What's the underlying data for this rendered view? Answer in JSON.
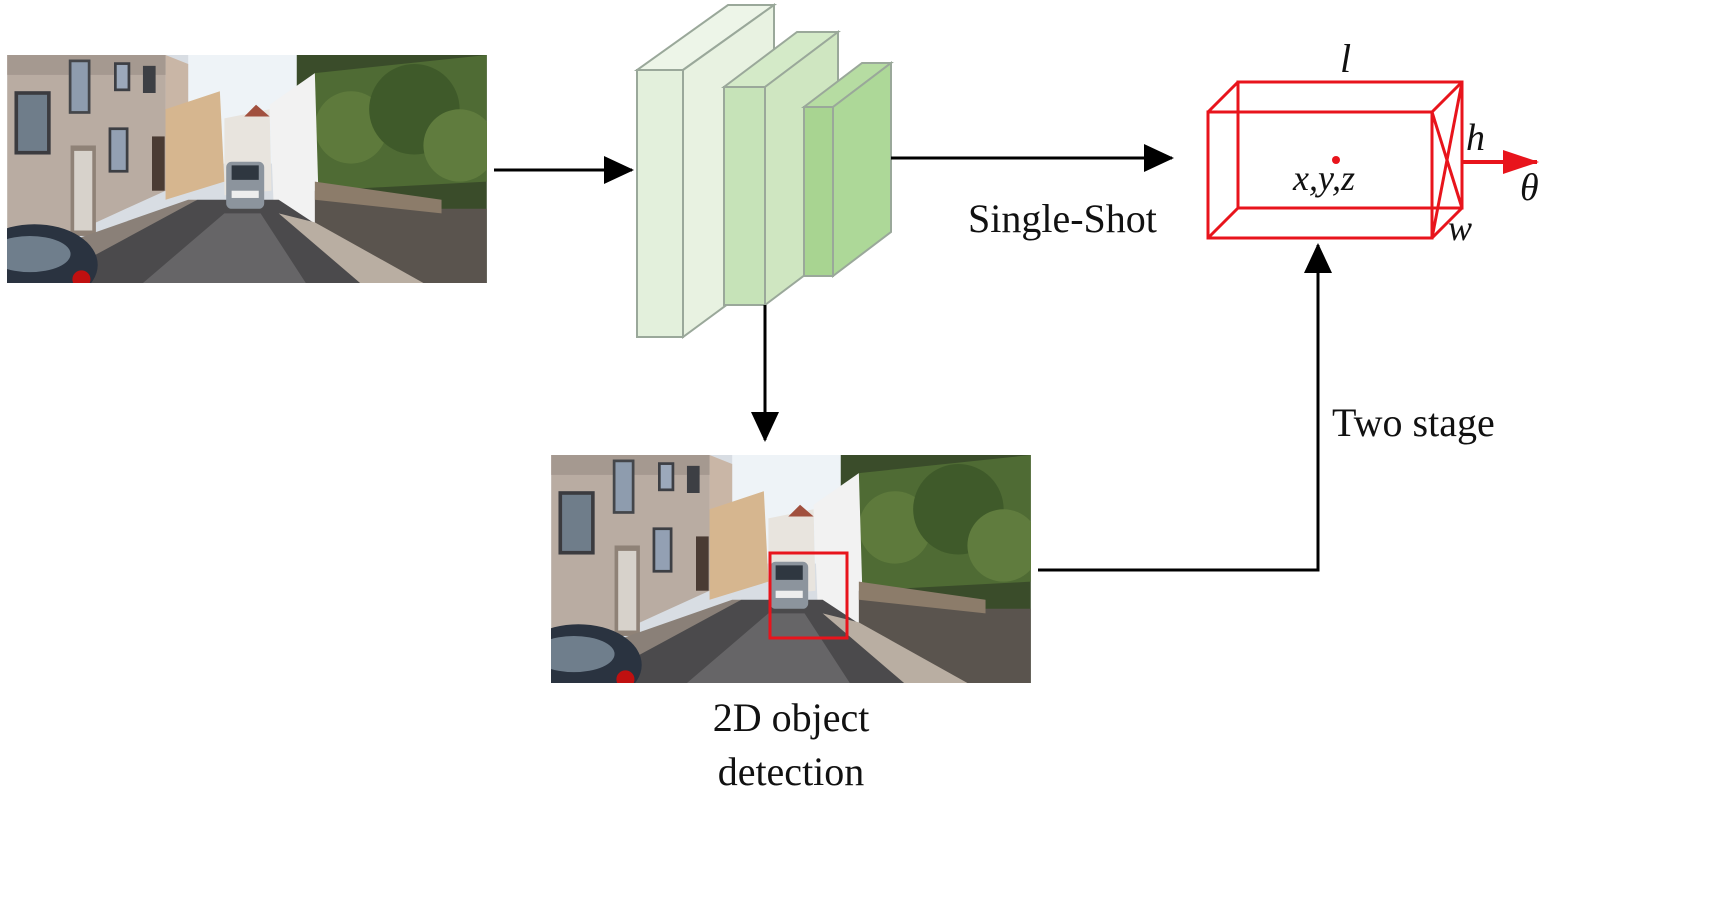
{
  "labels": {
    "single_shot": "Single-Shot",
    "two_stage": "Two stage",
    "detection_line1": "2D object",
    "detection_line2": "detection"
  },
  "box3d": {
    "l": "l",
    "h": "h",
    "w": "w",
    "center": "x,y,z",
    "theta": "θ"
  },
  "colors": {
    "box": "#e8141c",
    "arrow": "#000000",
    "feature_light": "#e3f0dc",
    "feature_mid": "#c6e3b8",
    "feature_dark": "#a8d491",
    "feature_stroke": "#9aa89a"
  },
  "images": {
    "input": "street-scene-photo",
    "detection": "street-scene-photo-with-2d-box"
  }
}
